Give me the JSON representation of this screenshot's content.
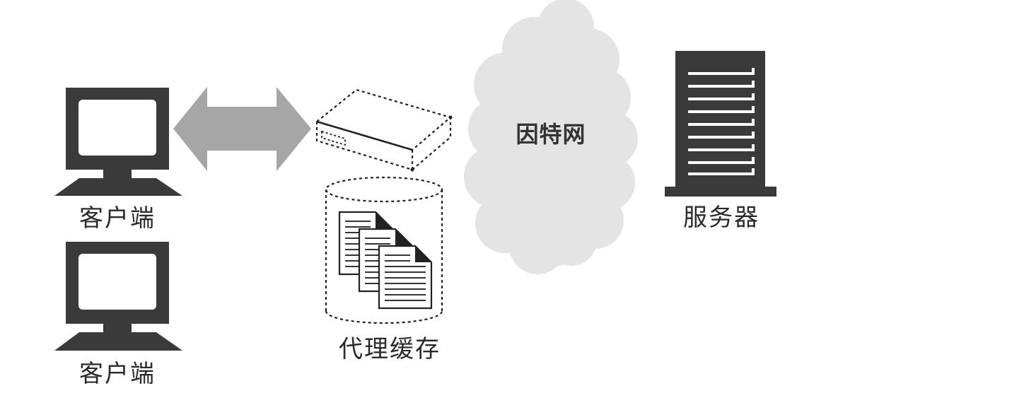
{
  "nodes": {
    "client_top": {
      "label": "客户端",
      "icon": "computer-icon"
    },
    "client_bottom": {
      "label": "客户端",
      "icon": "computer-icon"
    },
    "proxy_cache": {
      "label": "代理缓存",
      "icon": "proxy-device-icon"
    },
    "internet": {
      "label": "因特网",
      "icon": "cloud-icon"
    },
    "server": {
      "label": "服务器",
      "icon": "server-tower-icon"
    }
  },
  "edges": [
    {
      "from": "client_top",
      "to": "proxy_cache",
      "style": "double-arrow"
    }
  ],
  "colors": {
    "device": "#3a3a3a",
    "arrow": "#a3a3a3",
    "cloud": "#e6e6e6",
    "line": "#222222"
  }
}
